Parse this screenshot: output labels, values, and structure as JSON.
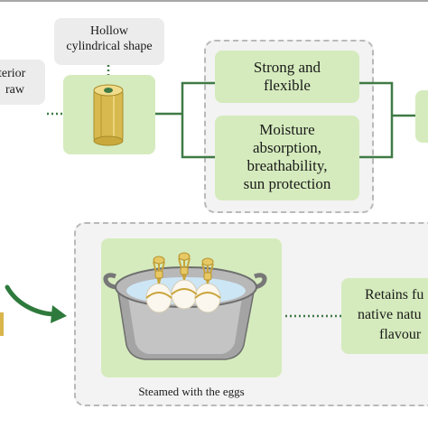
{
  "top": {
    "hollow_label_line1": "Hollow",
    "hollow_label_line2": "cylindrical shape",
    "left_label_line1": "terior",
    "left_label_line2": "raw",
    "strong_line1": "Strong and",
    "strong_line2": "flexible",
    "moisture_line1": "Moisture",
    "moisture_line2": "absorption,",
    "moisture_line3": "breathability,",
    "moisture_line4": "sun protection"
  },
  "bottom": {
    "steamed_caption": "Steamed with the eggs",
    "retains_line1": "Retains fu",
    "retains_line2": "native natu",
    "retains_line3": "flavour"
  },
  "colors": {
    "green_card": "#d5ebbd",
    "green_line": "#3f7a45",
    "dotted_green": "#3f7a45",
    "gray_card": "#ececec",
    "dashed_border": "#b9b9b9"
  },
  "icons": [
    "straw-tube-icon",
    "steamer-pot-icon",
    "curved-arrow-icon"
  ]
}
